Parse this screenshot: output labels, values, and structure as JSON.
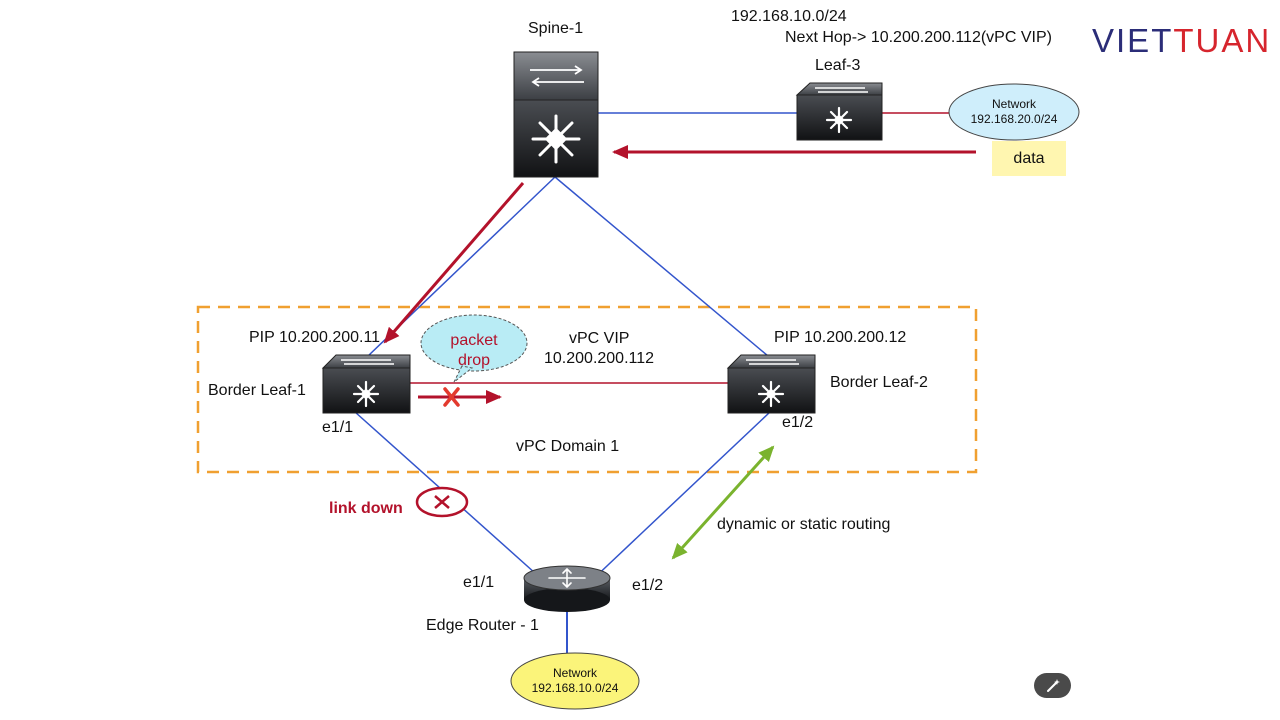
{
  "logo": {
    "part1": "VIET",
    "part2": "TUAN",
    "colors": {
      "viet": "#2b2d78",
      "tuan": "#d6252d"
    }
  },
  "spine": {
    "label": "Spine-1"
  },
  "route_info": {
    "prefix": "192.168.10.0/24",
    "next_hop": "Next Hop-> 10.200.200.112(vPC VIP)"
  },
  "leaf3": {
    "label": "Leaf-3"
  },
  "network_top": {
    "line1": "Network",
    "line2": "192.168.20.0/24"
  },
  "data_tag": {
    "label": "data"
  },
  "border_leaf1": {
    "label": "Border Leaf-1",
    "pip": "PIP 10.200.200.11",
    "port": "e1/1"
  },
  "border_leaf2": {
    "label": "Border Leaf-2",
    "pip": "PIP 10.200.200.12",
    "port": "e1/2"
  },
  "vpc": {
    "vip_label": "vPC VIP",
    "vip_ip": "10.200.200.112",
    "domain": "vPC Domain 1"
  },
  "packet_drop": {
    "line1": "packet",
    "line2": "drop"
  },
  "link_down": {
    "label": "link down"
  },
  "routing": {
    "label": "dynamic or static routing"
  },
  "edge_router": {
    "label": "Edge Router - 1",
    "port_left": "e1/1",
    "port_right": "e1/2"
  },
  "network_bottom": {
    "line1": "Network",
    "line2": "192.168.10.0/24"
  },
  "colors": {
    "link": "#3355cc",
    "traffic": "#b3122b",
    "routing_arrow": "#7ab32e",
    "domain_border": "#f0a030",
    "cloud_top": "#cfeefb",
    "cloud_bottom": "#fbf47a",
    "bubble": "#b9ecf5"
  },
  "icons": {
    "edit": "magic-wand-icon"
  }
}
